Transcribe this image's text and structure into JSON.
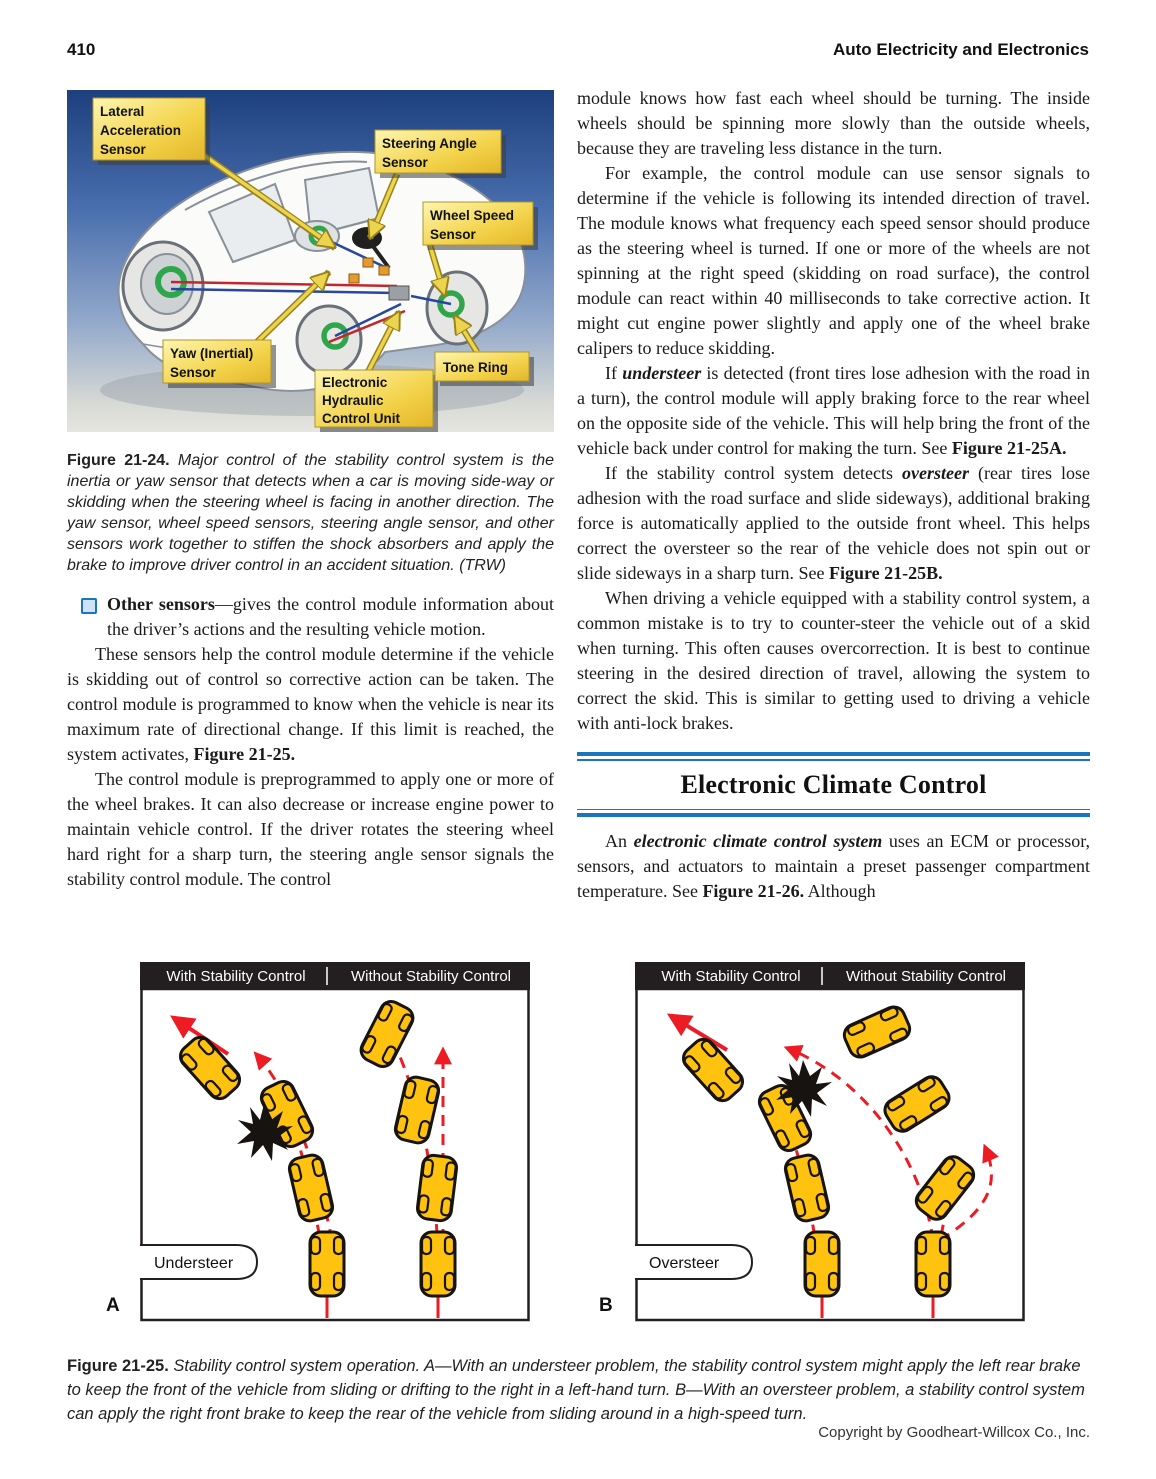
{
  "page": {
    "number": "410",
    "running_head": "Auto Electricity and Electronics",
    "copyright": "Copyright by Goodheart-Willcox Co., Inc."
  },
  "colors": {
    "accent_blue": "#1b75bc",
    "car_yellow": "#FFC20E",
    "diagram_red": "#ED1C24",
    "label_box_yellow": "#F3D34A",
    "figure_bg_blue": "#1d3f7d"
  },
  "figure_21_24": {
    "boxes": {
      "lateral": [
        "Lateral",
        "Acceleration",
        "Sensor"
      ],
      "steering": [
        "Steering Angle",
        "Sensor"
      ],
      "wheel_speed": [
        "Wheel Speed",
        "Sensor"
      ],
      "yaw": [
        "Yaw (Inertial)",
        "Sensor"
      ],
      "ehcu": [
        "Electronic",
        "Hydraulic",
        "Control Unit"
      ],
      "tone_ring": [
        "Tone Ring"
      ]
    },
    "caption": [
      [
        "b",
        "Figure 21-24."
      ],
      [
        "i",
        " Major control of the stability control system is the inertia or yaw sensor that detects when a car is moving side-way or skidding when the steering wheel is facing in another direction. The yaw sensor, wheel speed sensors, steering angle sensor, and other sensors work together to stiffen the shock absorbers and apply the brake to improve driver control in an accident situation. (TRW)"
      ]
    ]
  },
  "left_column": {
    "bullet": [
      [
        "b",
        "Other sensors"
      ],
      [
        "",
        "—gives the control module information about the driver’s actions and the resulting vehicle motion."
      ]
    ],
    "para1": [
      [
        "",
        "These sensors help the control module determine if the vehicle is skidding out of control so corrective action can be taken. The control module is programmed to know when the vehicle is near its maximum rate of directional change. If this limit is reached, the system activates, "
      ],
      [
        "b",
        "Figure 21-25."
      ]
    ],
    "para2": [
      [
        "",
        "The control module is preprogrammed to apply one or more of the wheel brakes. It can also decrease or increase engine power to maintain vehicle control. If the driver rotates the steering wheel hard right for a sharp turn, the steering angle sensor signals the stability control module. The control"
      ]
    ]
  },
  "right_column": {
    "para1": [
      [
        "",
        "module knows how fast each wheel should be turning. The inside wheels should be spinning more slowly than the outside wheels, because they are traveling less distance in the turn."
      ]
    ],
    "para2": [
      [
        "",
        "For example, the control module can use sensor signals to determine if the vehicle is following its intended direction of travel. The module knows what frequency each speed sensor should produce as the steering wheel is turned. If one or more of the wheels are not spinning at the right speed (skidding on road surface), the control module can react within 40 milliseconds to take corrective action. It might cut engine power slightly and apply one of the wheel brake calipers to reduce skidding."
      ]
    ],
    "para3": [
      [
        "",
        "If "
      ],
      [
        "bi",
        "understeer"
      ],
      [
        "",
        " is detected (front tires lose adhesion with the road in a turn), the control module will apply braking force to the rear wheel on the opposite side of the vehicle. This will help bring the front of the vehicle back under control for making the turn. See "
      ],
      [
        "b",
        "Figure 21-25A."
      ]
    ],
    "para4": [
      [
        "",
        "If the stability control system detects "
      ],
      [
        "bi",
        "oversteer"
      ],
      [
        "",
        " (rear tires lose adhesion with the road surface and slide sideways), additional braking force is automatically applied to the outside front wheel. This helps correct the oversteer so the rear of the vehicle does not spin out or slide sideways in a sharp turn. See "
      ],
      [
        "b",
        "Figure 21-25B."
      ]
    ],
    "para5": [
      [
        "",
        "When driving a vehicle equipped with a stability control system, a common mistake is to try to counter-steer the vehicle out of a skid when turning. This often causes overcorrection. It is best to continue steering in the desired direction of travel, allowing the system to correct the skid. This is similar to getting used to driving a vehicle with anti-lock brakes."
      ]
    ],
    "section_heading": "Electronic Climate Control",
    "para6": [
      [
        "",
        "An "
      ],
      [
        "bi",
        "electronic climate control system"
      ],
      [
        "",
        " uses an ECM or processor, sensors, and actuators to maintain a preset passenger compartment temperature. See "
      ],
      [
        "b",
        "Figure 21-26."
      ],
      [
        "",
        " Although"
      ]
    ]
  },
  "figure_21_25": {
    "header_left": "With Stability Control",
    "header_right": "Without Stability Control",
    "understeer_label": "Understeer",
    "oversteer_label": "Oversteer",
    "letter_a": "A",
    "letter_b": "B",
    "caption": [
      [
        "b",
        "Figure 21-25."
      ],
      [
        "i",
        " Stability control system operation. A—With an understeer problem, the stability control system might apply the left rear brake to keep the front of the vehicle from sliding or drifting to the right in a left-hand turn. B—With an oversteer problem, a stability control system can apply the right front brake to keep the rear of the vehicle from sliding around in a high-speed turn."
      ]
    ]
  }
}
